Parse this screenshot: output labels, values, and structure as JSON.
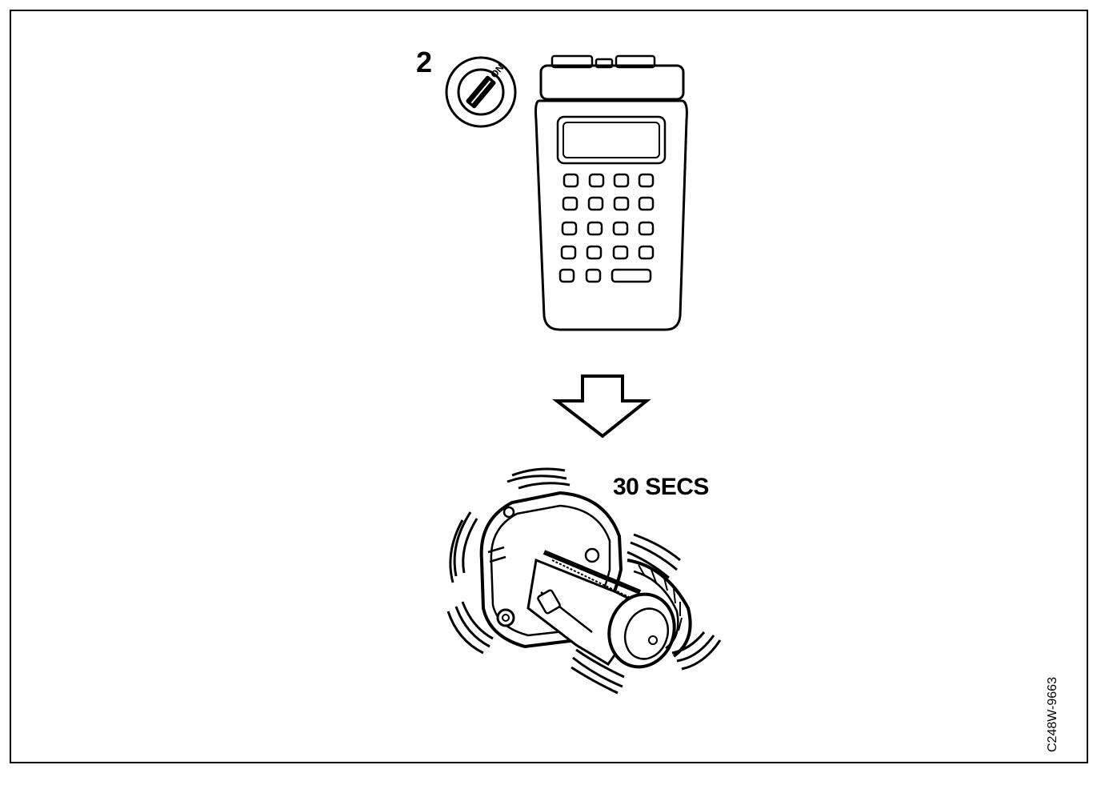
{
  "step": {
    "number": "2"
  },
  "ignition": {
    "state_label": "ON"
  },
  "motor": {
    "duration_label": "30 SECS"
  },
  "figure": {
    "code": "C248W-9663"
  },
  "icons": {
    "ignition_key": "ignition-key-icon",
    "scan_tool": "scan-tool-icon",
    "arrow": "arrow-down-icon",
    "air_pump": "air-pump-icon"
  }
}
